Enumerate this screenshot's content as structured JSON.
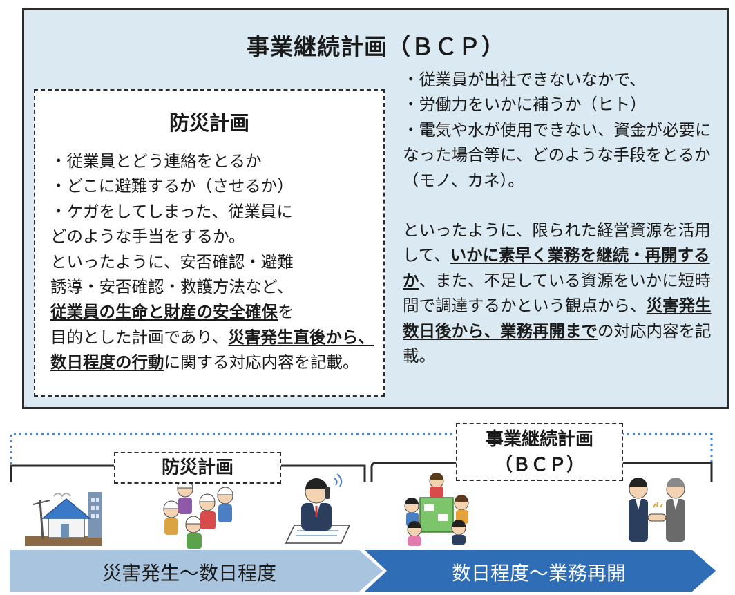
{
  "title": "事業継続計画（ＢＣＰ）",
  "bousai": {
    "title": "防災計画",
    "lines": [
      "・従業員とどう連絡をとるか",
      "・どこに避難するか（させるか）",
      "・ケガをしてしまった、従業員に",
      "どのような手当をするか。",
      "といったように、安否確認・避難",
      "誘導・安否確認・救護方法など、"
    ],
    "p_emph1": "従業員の生命と財産の安全確保",
    "p_mid1": "を",
    "p_mid2": "目的とした計画であり、",
    "p_emph2": "災害発生直後から、数日程度の行動",
    "p_end": "に関する対応内容を記載。"
  },
  "bcp": {
    "lines": [
      "・従業員が出社できないなかで、",
      "・労働力をいかに補うか（ヒト）",
      "・電気や水が使用できない、資金が必要になった場合等に、どのような手段をとるか（モノ、カネ）。"
    ],
    "p_start": "といったように、限られた経営資源を活用して、",
    "p_emph1": "いかに素早く業務を継続・再開するか",
    "p_mid": "、また、不足している資源をいかに短時間で調達するかという観点から、",
    "p_emph2": "災害発生数日後から、業務再開まで",
    "p_end": "の対応内容を記載。"
  },
  "timeline": {
    "bousai_label": "防災計画",
    "bcp_label_1": "事業継続計画",
    "bcp_label_2": "（ＢＣＰ）",
    "phase1": "災害発生～数日程度",
    "phase2": "数日程度～業務再開"
  },
  "colors": {
    "box_bg": "#dae9f2",
    "arrow_light": "#a9c4df",
    "arrow_dark": "#2f6db6",
    "dotted_line": "#4a86c8"
  }
}
